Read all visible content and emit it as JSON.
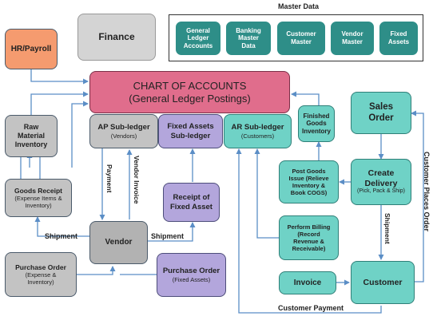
{
  "master_data": {
    "title": "Master Data",
    "items": [
      {
        "line1": "General",
        "line2": "Ledger",
        "line3": "Accounts"
      },
      {
        "line1": "Banking",
        "line2": "Master",
        "line3": "Data"
      },
      {
        "line1": "Customer",
        "line2": "Master",
        "line3": ""
      },
      {
        "line1": "Vendor",
        "line2": "Master",
        "line3": ""
      },
      {
        "line1": "Fixed",
        "line2": "Assets",
        "line3": ""
      }
    ]
  },
  "hr_payroll": "HR/Payroll",
  "finance": "Finance",
  "chart_of_accounts": {
    "line1": "CHART OF ACCOUNTS",
    "line2": "(General Ledger Postings)"
  },
  "raw_material": {
    "line1": "Raw",
    "line2": "Material",
    "line3": "Inventory"
  },
  "ap_subledger": {
    "title": "AP Sub-ledger",
    "sub": "(Vendors)"
  },
  "fixed_assets_subledger": {
    "line1": "Fixed Assets",
    "line2": "Sub-ledger"
  },
  "ar_subledger": {
    "title": "AR Sub-ledger",
    "sub": "(Customers)"
  },
  "finished_goods": {
    "line1": "Finished",
    "line2": "Goods",
    "line3": "Inventory"
  },
  "sales_order": {
    "line1": "Sales",
    "line2": "Order"
  },
  "goods_receipt": {
    "title": "Goods Receipt",
    "sub1": "(Expense Items &",
    "sub2": "Inventory)"
  },
  "receipt_fixed_asset": {
    "line1": "Receipt of",
    "line2": "Fixed Asset"
  },
  "post_goods_issue": {
    "line1": "Post Goods",
    "line2": "Issue (Relieve",
    "line3": "Inventory &",
    "line4": "Book COGS)"
  },
  "create_delivery": {
    "line1": "Create",
    "line2": "Delivery",
    "sub": "(Pick, Pack & Ship)"
  },
  "vendor": "Vendor",
  "perform_billing": {
    "line1": "Perform Billing",
    "line2": "(Record",
    "line3": "Revenue &",
    "line4": "Receivable)"
  },
  "purchase_order": {
    "title": "Purchase Order",
    "sub1": "(Expense &",
    "sub2": "Inventory)"
  },
  "purchase_order_fa": {
    "title": "Purchase Order",
    "sub": "(Fixed Assets)"
  },
  "invoice": "Invoice",
  "customer": "Customer",
  "flow_labels": {
    "payment": "Payment",
    "vendor_invoice": "Vendor Invoice",
    "shipment_left": "Shipment",
    "shipment_right": "Shipment",
    "shipment_vertical": "Shipment",
    "customer_places_order": "Customer Places Order",
    "customer_payment": "Customer Payment"
  },
  "colors": {
    "arrow": "#5b8ec6",
    "grey": "#c3c3c3",
    "teal": "#6fd2c6",
    "teal_dark": "#2e8e88",
    "purple": "#b3a6dc",
    "pink": "#e06d8c",
    "orange": "#f59b6f"
  }
}
